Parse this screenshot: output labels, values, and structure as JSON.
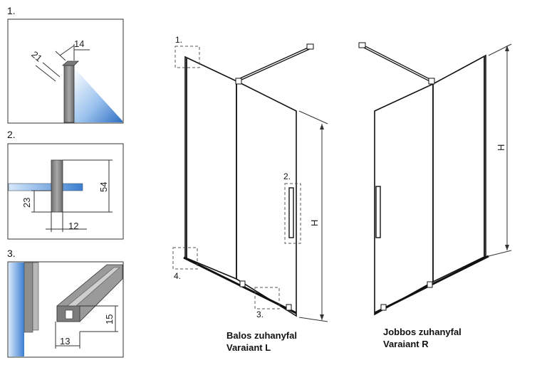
{
  "details": {
    "d1": {
      "label": "1.",
      "dim_a": "21",
      "dim_b": "14"
    },
    "d2": {
      "label": "2.",
      "dim_a": "54",
      "dim_b": "23",
      "dim_c": "12"
    },
    "d3": {
      "label": "3.",
      "dim_a": "15",
      "dim_b": "13"
    }
  },
  "left_variant": {
    "callouts": [
      "1.",
      "2.",
      "3.",
      "4."
    ],
    "height_label": "H",
    "caption_line1": "Balos zuhanyfal",
    "caption_line2": "Varaiant L"
  },
  "right_variant": {
    "height_label": "H",
    "caption_line1": "Jobbos zuhanyfal",
    "caption_line2": "Varaiant R"
  },
  "colors": {
    "glass_blue": "#3b7fd1",
    "profile_grey": "#8c8c8c",
    "frame": "#111111"
  }
}
